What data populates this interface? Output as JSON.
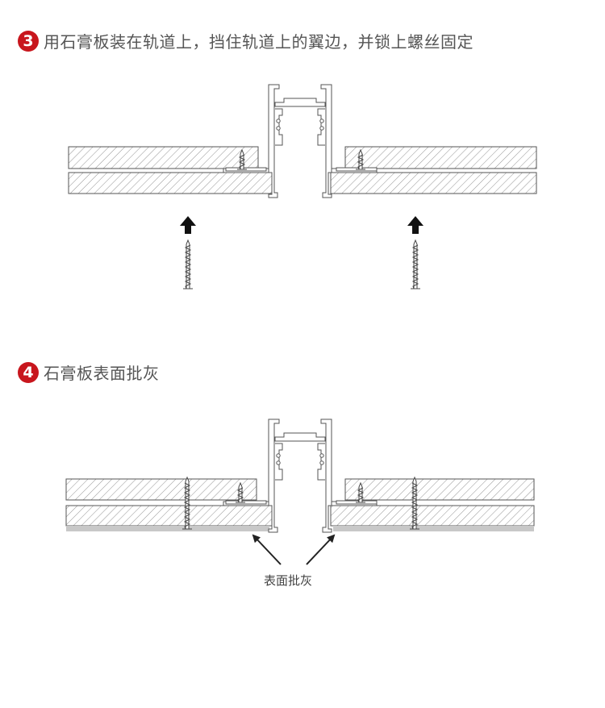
{
  "steps": [
    {
      "number": "3",
      "title": "用石膏板装在轨道上，挡住轨道上的翼边，并锁上螺丝固定"
    },
    {
      "number": "4",
      "title": "石膏板表面批灰"
    }
  ],
  "annotation": {
    "label": "表面批灰"
  },
  "colors": {
    "badge": "#c8161d",
    "line": "#555555",
    "putty": "#c8c8c8",
    "arrow": "#222222"
  }
}
